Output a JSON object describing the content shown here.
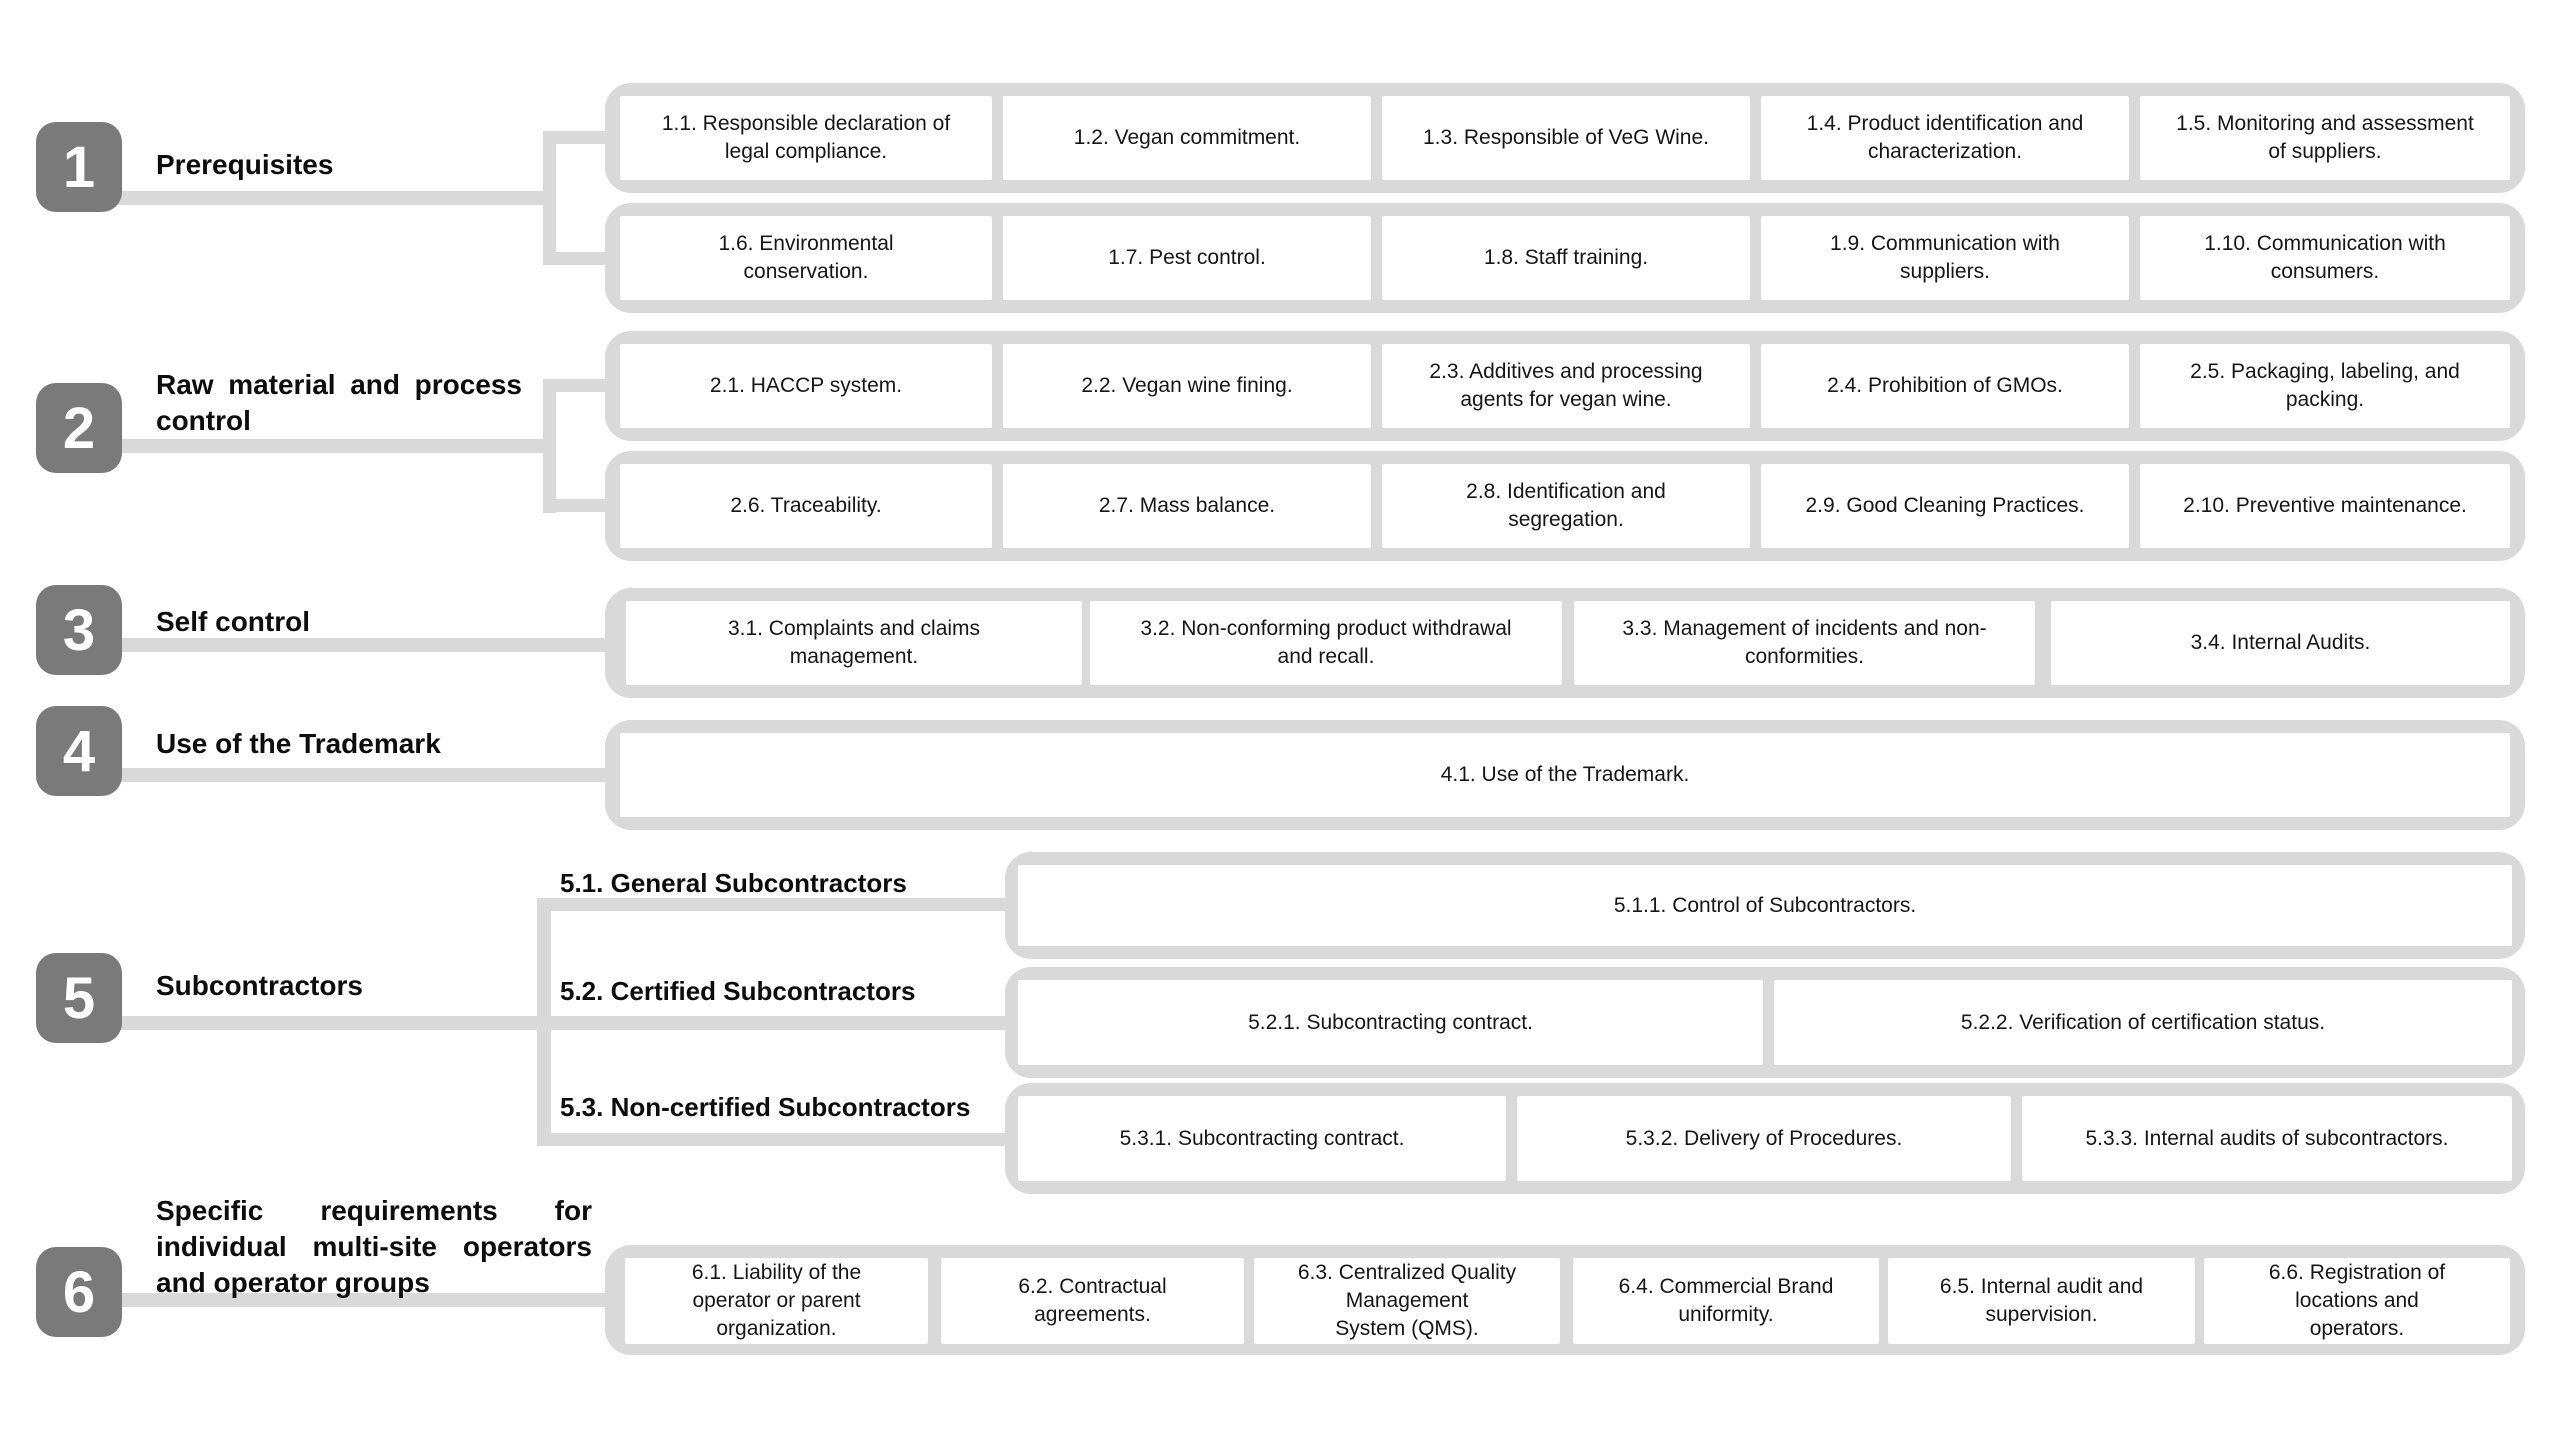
{
  "colors": {
    "badge": "#7a7a7a",
    "connector": "#d9d9d9",
    "tray": "#d9d9d9",
    "box_background": "#ffffff",
    "text": "#111111"
  },
  "sections": [
    {
      "number": "1",
      "title": "Prerequisites",
      "rows": [
        [
          "1.1. Responsible declaration of\nlegal compliance.",
          "1.2. Vegan commitment.",
          "1.3. Responsible of VeG Wine.",
          "1.4. Product identification and\ncharacterization.",
          "1.5. Monitoring and assessment\nof suppliers."
        ],
        [
          "1.6. Environmental\nconservation.",
          "1.7. Pest control.",
          "1.8. Staff training.",
          "1.9. Communication with\nsuppliers.",
          "1.10. Communication with\nconsumers."
        ]
      ]
    },
    {
      "number": "2",
      "title": "Raw material and process control",
      "rows": [
        [
          "2.1. HACCP system.",
          "2.2. Vegan wine fining.",
          "2.3. Additives and processing\nagents for vegan wine.",
          "2.4. Prohibition of GMOs.",
          "2.5. Packaging, labeling, and\npacking."
        ],
        [
          "2.6. Traceability.",
          "2.7. Mass balance.",
          "2.8. Identification and\nsegregation.",
          "2.9. Good Cleaning Practices.",
          "2.10. Preventive maintenance."
        ]
      ]
    },
    {
      "number": "3",
      "title": "Self control",
      "rows": [
        [
          "3.1. Complaints and claims\nmanagement.",
          "3.2. Non-conforming product withdrawal\nand recall.",
          "3.3. Management of incidents and non-\nconformities.",
          "3.4.  Internal Audits."
        ]
      ]
    },
    {
      "number": "4",
      "title": "Use of the Trademark",
      "rows": [
        [
          "4.1. Use of the Trademark."
        ]
      ]
    },
    {
      "number": "5",
      "title": "Subcontractors",
      "subsections": [
        {
          "label": "5.1. General Subcontractors",
          "boxes": [
            "5.1.1. Control of Subcontractors."
          ]
        },
        {
          "label": "5.2. Certified Subcontractors",
          "boxes": [
            "5.2.1. Subcontracting contract.",
            "5.2.2. Verification of certification status."
          ]
        },
        {
          "label": "5.3. Non-certified Subcontractors",
          "boxes": [
            "5.3.1. Subcontracting contract.",
            "5.3.2. Delivery of Procedures.",
            "5.3.3. Internal audits of subcontractors."
          ]
        }
      ]
    },
    {
      "number": "6",
      "title": "Specific requirements for individual multi-site operators and operator groups",
      "rows": [
        [
          "6.1. Liability of the\noperator or parent\norganization.",
          "6.2. Contractual\nagreements.",
          "6.3. Centralized Quality\nManagement\nSystem (QMS).",
          "6.4. Commercial Brand\nuniformity.",
          "6.5. Internal audit and\nsupervision.",
          "6.6. Registration of\nlocations and\noperators."
        ]
      ]
    }
  ]
}
